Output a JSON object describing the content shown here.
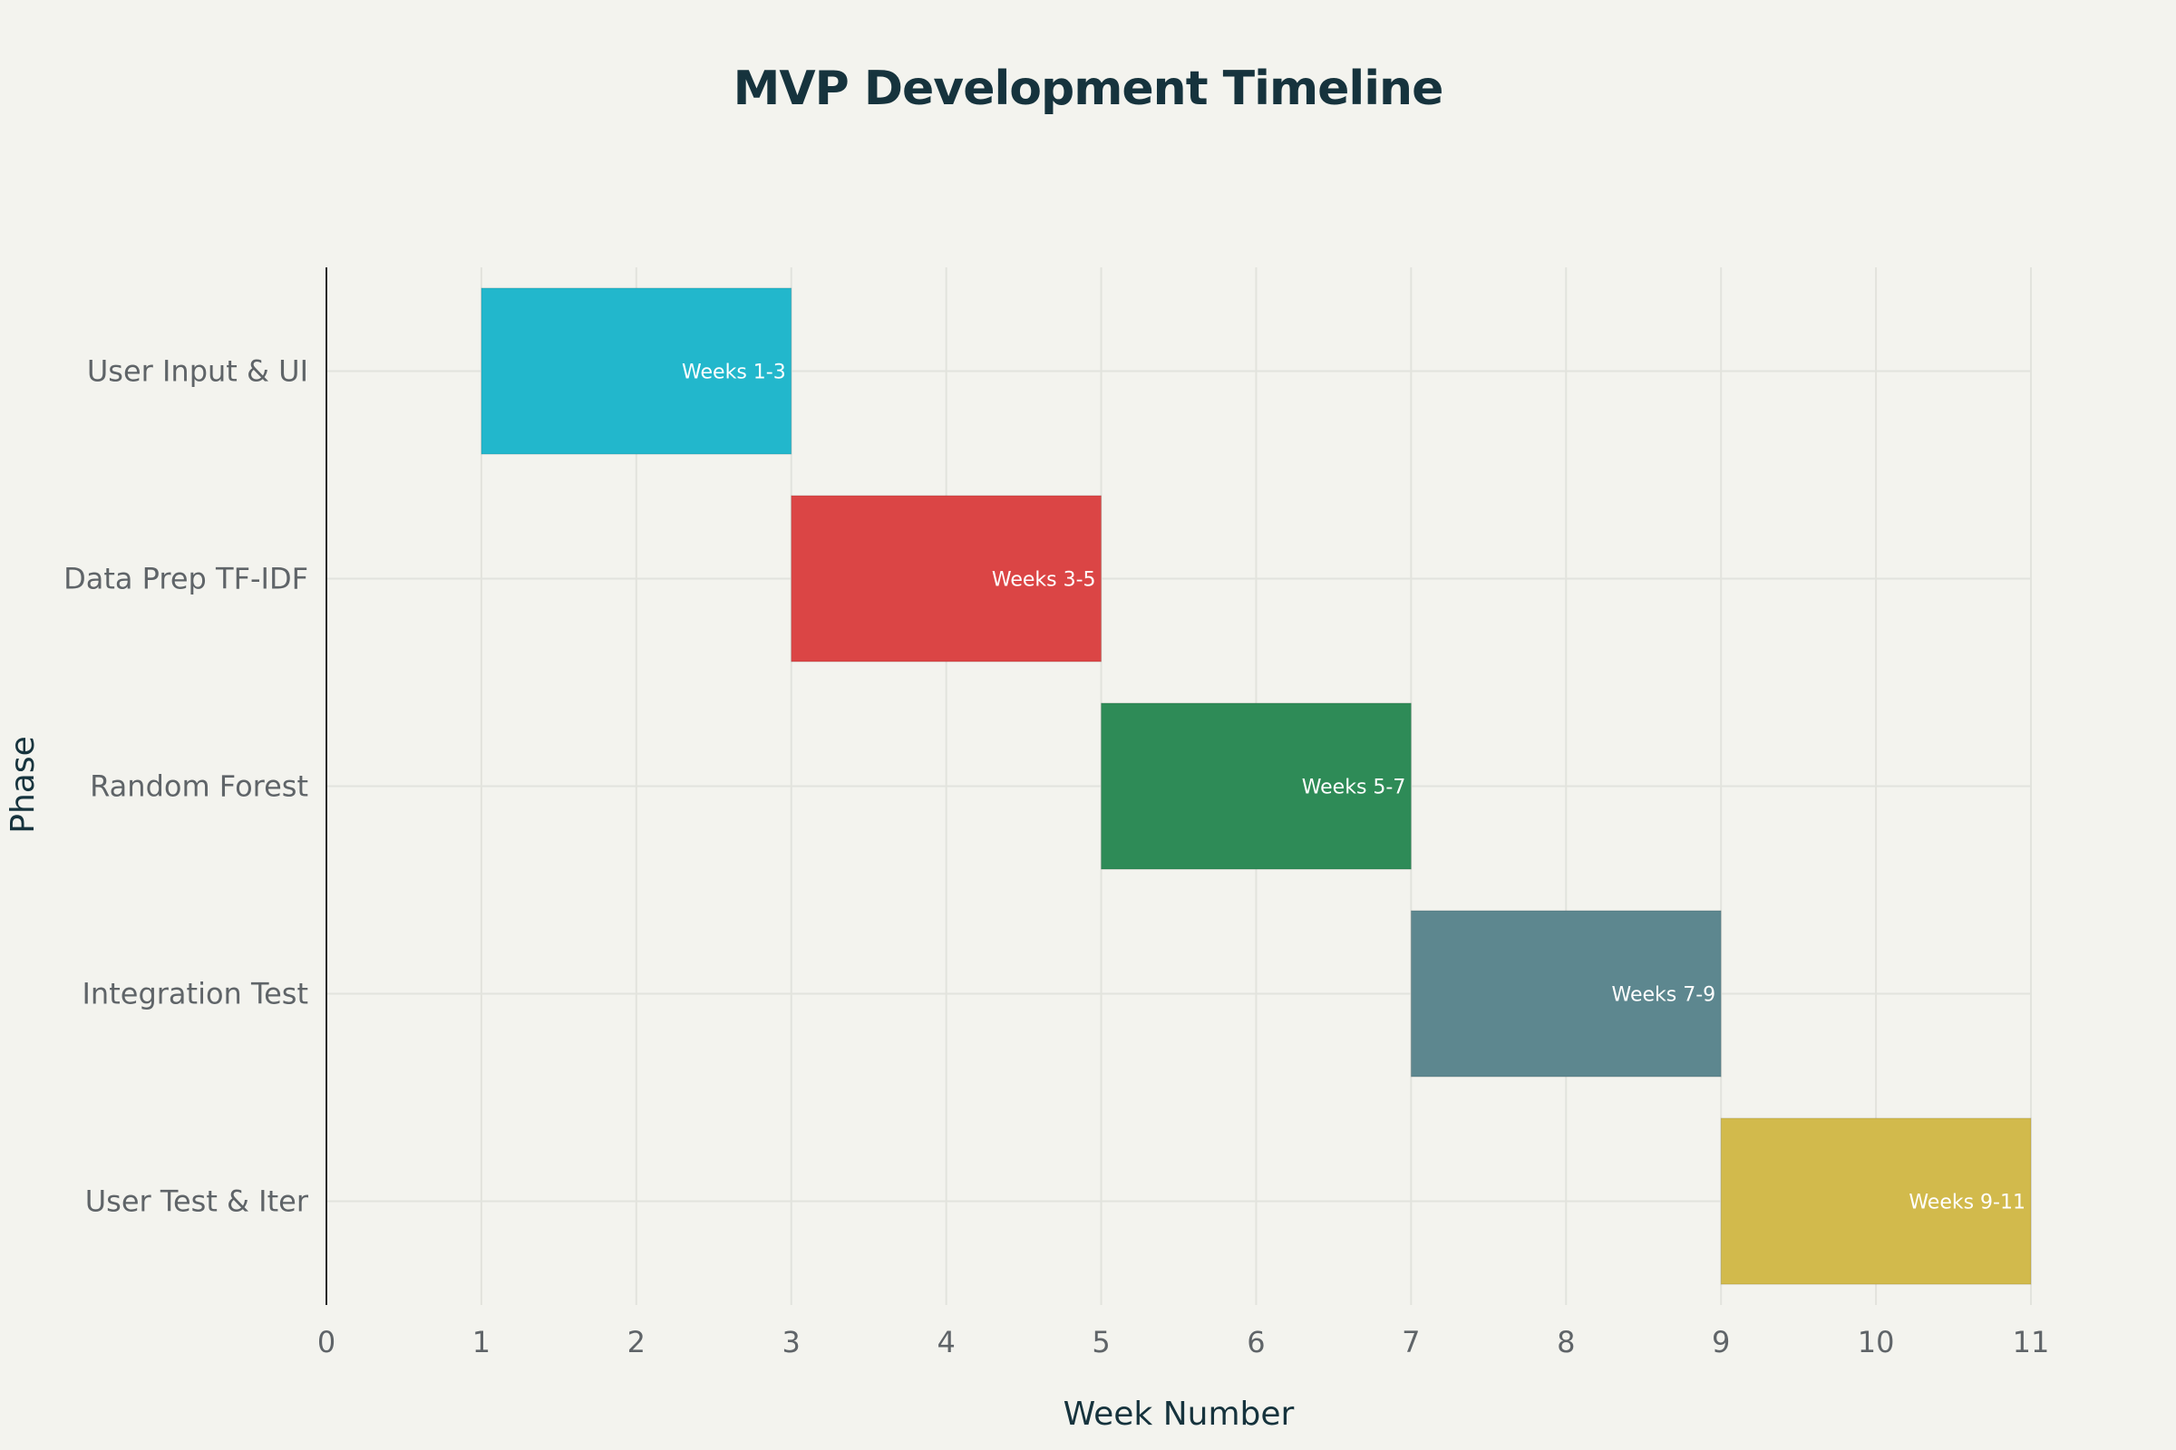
{
  "chart_data": {
    "type": "bar",
    "orientation": "horizontal",
    "title": "MVP Development Timeline",
    "xlabel": "Week Number",
    "ylabel": "Phase",
    "xlim": [
      0,
      11
    ],
    "x_ticks": [
      0,
      1,
      2,
      3,
      4,
      5,
      6,
      7,
      8,
      9,
      10,
      11
    ],
    "grid": true,
    "legend": "none",
    "tasks": [
      {
        "phase": "User Input & UI",
        "start": 1,
        "end": 3,
        "label": "Weeks 1-3",
        "color": "#22b7cc"
      },
      {
        "phase": "Data Prep TF-IDF",
        "start": 3,
        "end": 5,
        "label": "Weeks 3-5",
        "color": "#db4545"
      },
      {
        "phase": "Random Forest",
        "start": 5,
        "end": 7,
        "label": "Weeks 5-7",
        "color": "#2e8b57"
      },
      {
        "phase": "Integration Test",
        "start": 7,
        "end": 9,
        "label": "Weeks 7-9",
        "color": "#5d878f"
      },
      {
        "phase": "User Test & Iter",
        "start": 9,
        "end": 11,
        "label": "Weeks 9-11",
        "color": "#d2ba4c"
      }
    ]
  }
}
